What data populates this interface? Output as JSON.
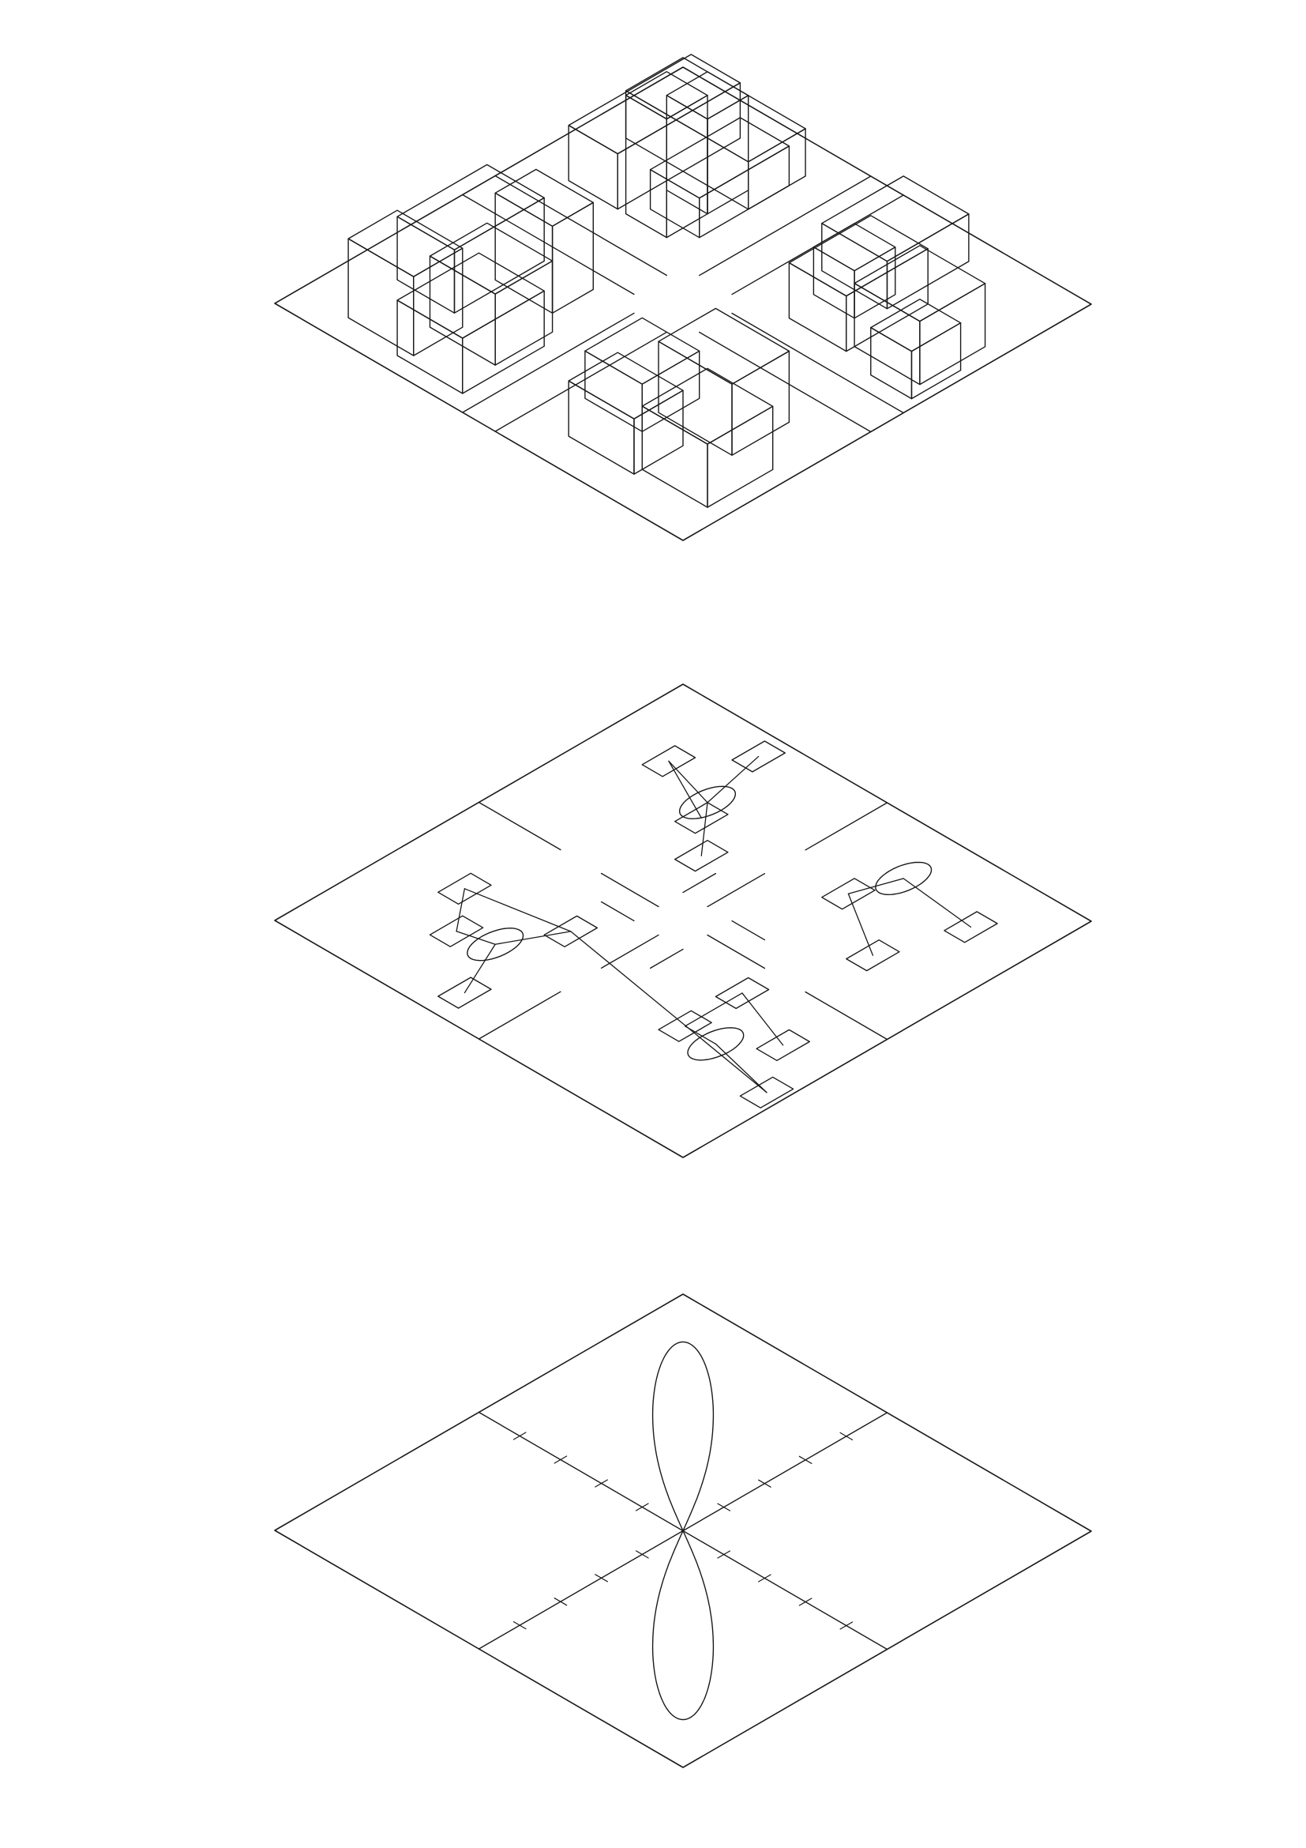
{
  "colors": {
    "background": "#ffffff",
    "stroke": "#1a1a1a"
  },
  "layers": [
    {
      "id": "city",
      "kind": "buildings"
    },
    {
      "id": "network",
      "kind": "node-graph"
    },
    {
      "id": "curve",
      "kind": "axes-with-figure-eight-curve"
    }
  ]
}
